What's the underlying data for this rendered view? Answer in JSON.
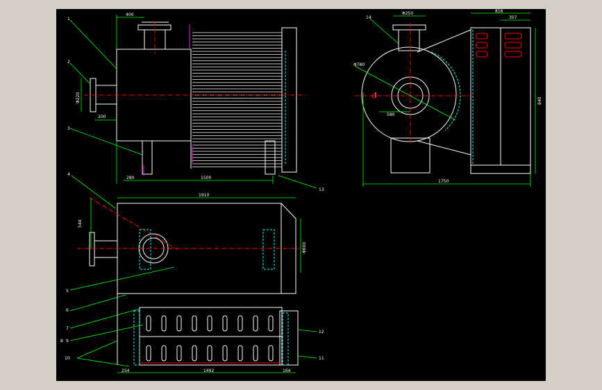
{
  "colors": {
    "background": "#d4d0c8",
    "sheet": "#000000",
    "outline": "#ffffff",
    "dimension": "#00ff00",
    "centerline": "#ff0000",
    "hidden": "#00ffff",
    "accent": "#ff00ff"
  },
  "front_view": {
    "dims": {
      "top_width": "400",
      "flange_height": "Φ220",
      "inlet_offset": "200",
      "bottom_left": "280",
      "bottom_span": "1500"
    },
    "part_labels": [
      "1",
      "2",
      "3",
      "4",
      "13"
    ]
  },
  "side_view": {
    "dims": {
      "top_pipe": "Φ250",
      "overall_width": "816",
      "header_width": "307",
      "diameter": "Φ780",
      "offset": "580",
      "height": "840",
      "base_width": "1750"
    },
    "part_labels": [
      "14"
    ]
  },
  "plan_view": {
    "dims": {
      "overall_length": "1910",
      "pipe_offset": "544",
      "body_height": "Φ600",
      "left_end": "254",
      "middle": "1492",
      "right_end": "164"
    },
    "part_labels": [
      "5",
      "6",
      "7",
      "8",
      "9",
      "10",
      "11",
      "12"
    ]
  }
}
